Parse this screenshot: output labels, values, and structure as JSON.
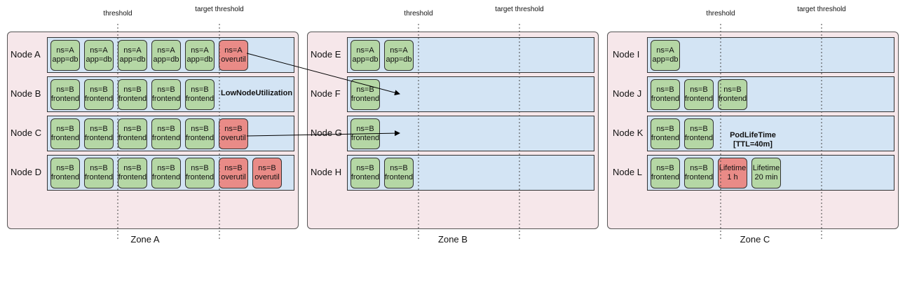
{
  "threshold_label": "threshold",
  "target_threshold_label": "target threshold",
  "colors": {
    "pod_ok": "#b5d7a5",
    "pod_evict": "#e98b87",
    "node_bg": "#d3e4f4",
    "zone_bg": "#f6e7ea"
  },
  "policies": {
    "low_node_utilization": "LowNodeUtilization",
    "pod_lifetime_line1": "PodLifeTime",
    "pod_lifetime_line2": "[TTL=40m]"
  },
  "zones": [
    {
      "name": "Zone A",
      "nodes": [
        {
          "name": "Node A",
          "pods": [
            {
              "l1": "ns=A",
              "l2": "app=db",
              "state": "ok"
            },
            {
              "l1": "ns=A",
              "l2": "app=db",
              "state": "ok"
            },
            {
              "l1": "ns=A",
              "l2": "app=db",
              "state": "ok"
            },
            {
              "l1": "ns=A",
              "l2": "app=db",
              "state": "ok"
            },
            {
              "l1": "ns=A",
              "l2": "app=db",
              "state": "ok"
            },
            {
              "l1": "ns=A",
              "l2": "overutil",
              "state": "evict"
            }
          ]
        },
        {
          "name": "Node B",
          "pods": [
            {
              "l1": "ns=B",
              "l2": "frontend",
              "state": "ok"
            },
            {
              "l1": "ns=B",
              "l2": "frontend",
              "state": "ok"
            },
            {
              "l1": "ns=B",
              "l2": "frontend",
              "state": "ok"
            },
            {
              "l1": "ns=B",
              "l2": "frontend",
              "state": "ok"
            },
            {
              "l1": "ns=B",
              "l2": "frontend",
              "state": "ok"
            }
          ]
        },
        {
          "name": "Node C",
          "pods": [
            {
              "l1": "ns=B",
              "l2": "frontend",
              "state": "ok"
            },
            {
              "l1": "ns=B",
              "l2": "frontend",
              "state": "ok"
            },
            {
              "l1": "ns=B",
              "l2": "frontend",
              "state": "ok"
            },
            {
              "l1": "ns=B",
              "l2": "frontend",
              "state": "ok"
            },
            {
              "l1": "ns=B",
              "l2": "frontend",
              "state": "ok"
            },
            {
              "l1": "ns=B",
              "l2": "overutil",
              "state": "evict"
            }
          ]
        },
        {
          "name": "Node D",
          "pods": [
            {
              "l1": "ns=B",
              "l2": "frontend",
              "state": "ok"
            },
            {
              "l1": "ns=B",
              "l2": "frontend",
              "state": "ok"
            },
            {
              "l1": "ns=B",
              "l2": "frontend",
              "state": "ok"
            },
            {
              "l1": "ns=B",
              "l2": "frontend",
              "state": "ok"
            },
            {
              "l1": "ns=B",
              "l2": "frontend",
              "state": "ok"
            },
            {
              "l1": "ns=B",
              "l2": "overutil",
              "state": "evict"
            },
            {
              "l1": "ns=B",
              "l2": "overutil",
              "state": "evict"
            }
          ]
        }
      ]
    },
    {
      "name": "Zone B",
      "nodes": [
        {
          "name": "Node E",
          "pods": [
            {
              "l1": "ns=A",
              "l2": "app=db",
              "state": "ok"
            },
            {
              "l1": "ns=A",
              "l2": "app=db",
              "state": "ok"
            }
          ]
        },
        {
          "name": "Node F",
          "pods": [
            {
              "l1": "ns=B",
              "l2": "frontend",
              "state": "ok"
            }
          ]
        },
        {
          "name": "Node G",
          "pods": [
            {
              "l1": "ns=B",
              "l2": "frontend",
              "state": "ok"
            }
          ]
        },
        {
          "name": "Node H",
          "pods": [
            {
              "l1": "ns=B",
              "l2": "frontend",
              "state": "ok"
            },
            {
              "l1": "ns=B",
              "l2": "frontend",
              "state": "ok"
            }
          ]
        }
      ]
    },
    {
      "name": "Zone C",
      "nodes": [
        {
          "name": "Node I",
          "pods": [
            {
              "l1": "ns=A",
              "l2": "app=db",
              "state": "ok"
            }
          ]
        },
        {
          "name": "Node J",
          "pods": [
            {
              "l1": "ns=B",
              "l2": "frontend",
              "state": "ok"
            },
            {
              "l1": "ns=B",
              "l2": "frontend",
              "state": "ok"
            },
            {
              "l1": "ns=B",
              "l2": "frontend",
              "state": "ok"
            }
          ]
        },
        {
          "name": "Node K",
          "pods": [
            {
              "l1": "ns=B",
              "l2": "frontend",
              "state": "ok"
            },
            {
              "l1": "ns=B",
              "l2": "frontend",
              "state": "ok"
            }
          ]
        },
        {
          "name": "Node L",
          "pods": [
            {
              "l1": "ns=B",
              "l2": "frontend",
              "state": "ok"
            },
            {
              "l1": "ns=B",
              "l2": "frontend",
              "state": "ok"
            },
            {
              "l1": "Lifetime",
              "l2": "1 h",
              "state": "evict"
            },
            {
              "l1": "Lifetime",
              "l2": "20 min",
              "state": "ok"
            }
          ]
        }
      ]
    }
  ]
}
